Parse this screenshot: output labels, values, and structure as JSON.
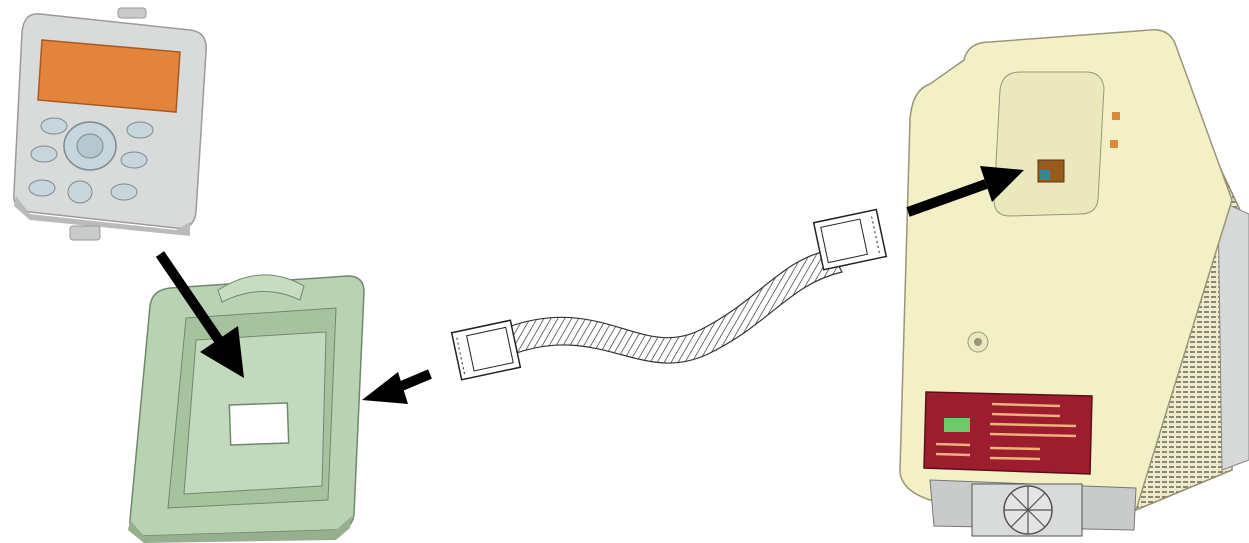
{
  "diagram": {
    "components": [
      {
        "id": "keypad",
        "icon": "keypad-icon",
        "display_color": "#E2843C",
        "body_color": "#D9DADA"
      },
      {
        "id": "mounting-frame",
        "icon": "mounting-frame-icon",
        "body_color": "#B9D2B3"
      },
      {
        "id": "ribbon-cable",
        "icon": "ribbon-cable-icon"
      },
      {
        "id": "drive-unit",
        "icon": "drive-unit-icon",
        "body_color": "#F4F0C6",
        "panel_color": "#9B1D2E",
        "port_color": "#9A5A1C"
      }
    ],
    "arrows": [
      {
        "id": "keypad-to-frame",
        "icon": "arrow-down-right-icon"
      },
      {
        "id": "cable-to-frame",
        "icon": "arrow-left-icon"
      },
      {
        "id": "cable-to-drive",
        "icon": "arrow-up-right-icon"
      }
    ],
    "arrow_color": "#000000"
  }
}
